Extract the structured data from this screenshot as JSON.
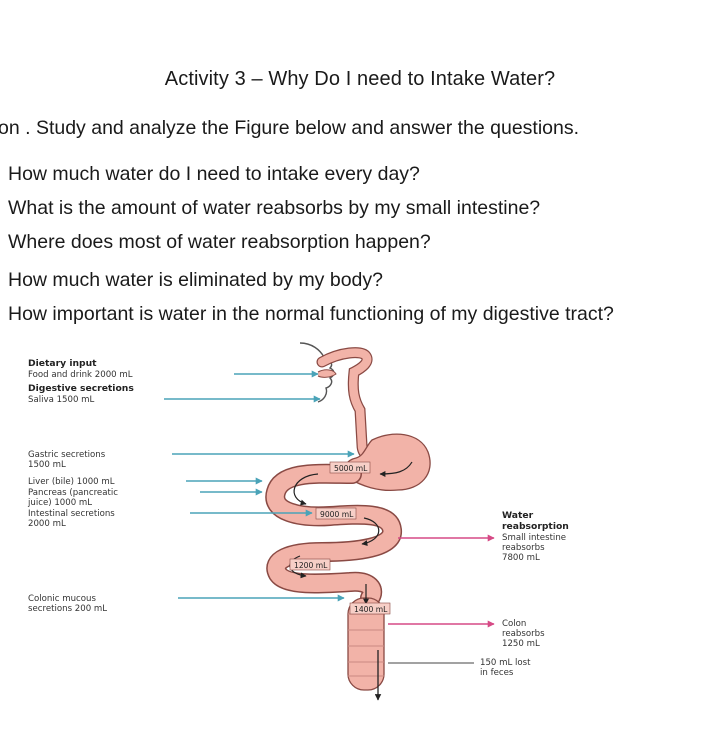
{
  "title": "Activity 3 – Why Do I need to Intake Water?",
  "instruction": "on .  Study and analyze the Figure below and answer the questions.",
  "questions": [
    "How much water do I need to intake every day?",
    "What is the amount of water reabsorbs by my small intestine?",
    "Where does most of water reabsorption happen?",
    "How much water is eliminated by my body?",
    "How important is water in the normal functioning of my digestive tract?"
  ],
  "figure": {
    "left_labels": {
      "dietary_title": "Dietary input",
      "dietary_food": "Food and drink 2000 mL",
      "digestive_title": "Digestive secretions",
      "saliva": "Saliva 1500 mL",
      "gastric_1": "Gastric secretions",
      "gastric_2": "1500 mL",
      "liver": "Liver (bile) 1000 mL",
      "pancreas_1": "Pancreas (pancreatic",
      "pancreas_2": "juice) 1000 mL",
      "intestinal_1": "Intestinal secretions",
      "intestinal_2": "2000 mL",
      "colonic_1": "Colonic mucous",
      "colonic_2": "secretions 200 mL"
    },
    "flow_volumes": [
      "5000 mL",
      "9000 mL",
      "1200 mL",
      "1400 mL"
    ],
    "right_labels": {
      "water_1": "Water",
      "water_2": "reabsorption",
      "small_1": "Small intestine",
      "small_2": "reabsorbs",
      "small_3": "7800 mL",
      "colon_1": "Colon",
      "colon_2": "reabsorbs",
      "colon_3": "1250 mL",
      "lost_1": "150 mL lost",
      "lost_2": "in feces"
    },
    "colors": {
      "tract_fill": "#f2b3a8",
      "tract_stroke": "#8a4a44",
      "input_arrow": "#4aa3b8",
      "reabsorption_arrow": "#d64a86"
    }
  }
}
